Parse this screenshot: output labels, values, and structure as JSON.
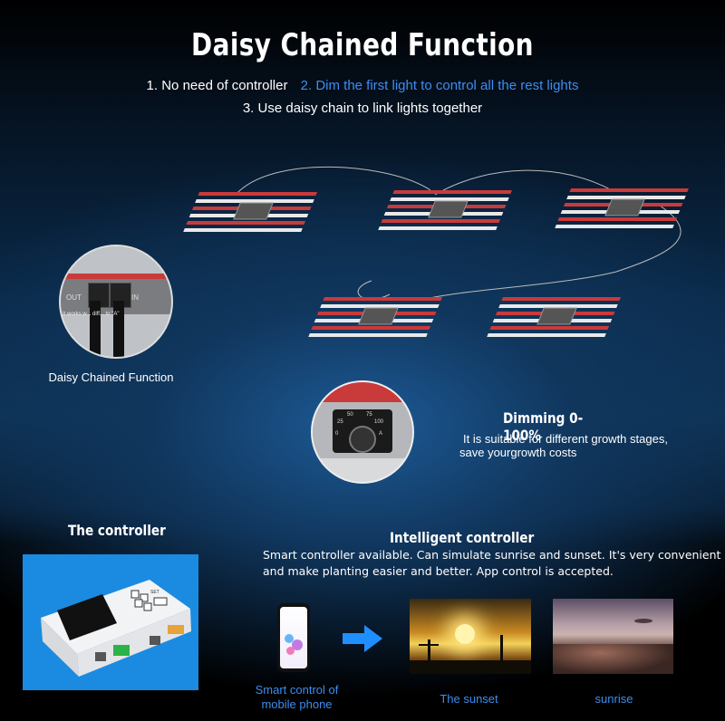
{
  "title": "Daisy Chained Function",
  "features": {
    "item1": "1. No need of controller",
    "item2": "2. Dim the first light to control all the rest lights",
    "item3": "3. Use daisy chain to link lights together"
  },
  "connector": {
    "caption": "Daisy Chained Function",
    "out_label": "OUT",
    "in_label": "IN",
    "note": "It works w... diff... to \"A\""
  },
  "dimming": {
    "title": "Dimming 0-100%",
    "desc_line1": "It is suitable for different growth stages,",
    "desc_line2": "save yourgrowth costs",
    "ticks": [
      "0",
      "25",
      "50",
      "75",
      "100"
    ],
    "unit": "A"
  },
  "controller": {
    "title": "The controller",
    "button_label": "SET"
  },
  "intelligent": {
    "title": "Intelligent controller",
    "desc_line1": "Smart controller available. Can simulate sunrise and sunset. It's very convenient",
    "desc_line2": "and make planting easier and better. App control is accepted."
  },
  "captions": {
    "phone_line1": "Smart control of",
    "phone_line2": "mobile phone",
    "sunset": "The sunset",
    "sunrise": "sunrise"
  },
  "colors": {
    "accent_blue": "#3d8df0",
    "bar_red": "#c93a3a",
    "arrow_blue": "#1f8fff"
  }
}
